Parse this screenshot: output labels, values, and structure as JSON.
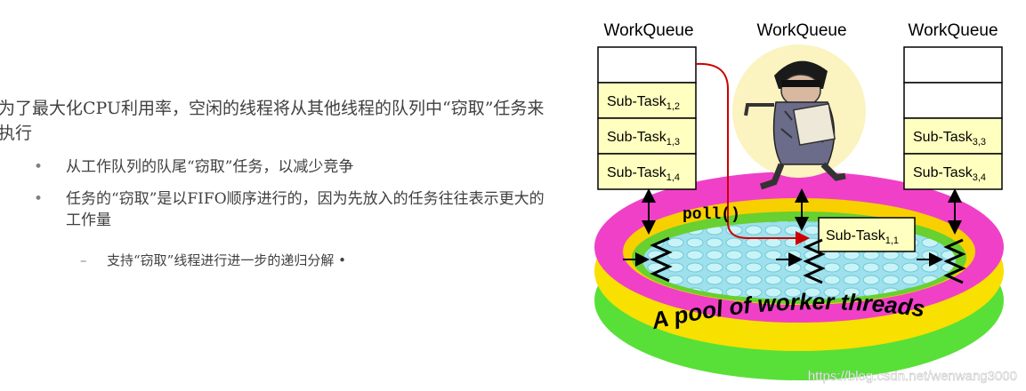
{
  "text": {
    "main": "为了最大化CPU利用率，空闲的线程将从其他线程的队列中“窃取”任务来执行",
    "bullet_symbol": "•",
    "bullet1": "从工作队列的队尾“窃取”任务，以减少竞争",
    "bullet2": "任务的“窃取”是以FIFO顺序进行的，因为先放入的任务往往表示更大的工作量",
    "sub_dash": "–",
    "sub_bullet": "支持“窃取”线程进行进一步的递归分解 •"
  },
  "diagram": {
    "queue_label": "WorkQueue",
    "poll_label": "poll()",
    "pool_label": "A pool of worker threads",
    "tasks": {
      "q1_a": {
        "base": "Sub-Task",
        "sub": "1,2"
      },
      "q1_b": {
        "base": "Sub-Task",
        "sub": "1,3"
      },
      "q1_c": {
        "base": "Sub-Task",
        "sub": "1,4"
      },
      "q3_a": {
        "base": "Sub-Task",
        "sub": "3,3"
      },
      "q3_b": {
        "base": "Sub-Task",
        "sub": "3,4"
      },
      "stolen": {
        "base": "Sub-Task",
        "sub": "1,1"
      }
    },
    "watermark": "https://blog.csdn.net/wenwang3000",
    "colors": {
      "task_fill": "#ffffc0",
      "steal_arrow": "#cc0000",
      "pool_pink": "#f040c8",
      "pool_yellow": "#f8e000",
      "pool_green": "#58e038",
      "water": "#a8e8f0"
    }
  }
}
